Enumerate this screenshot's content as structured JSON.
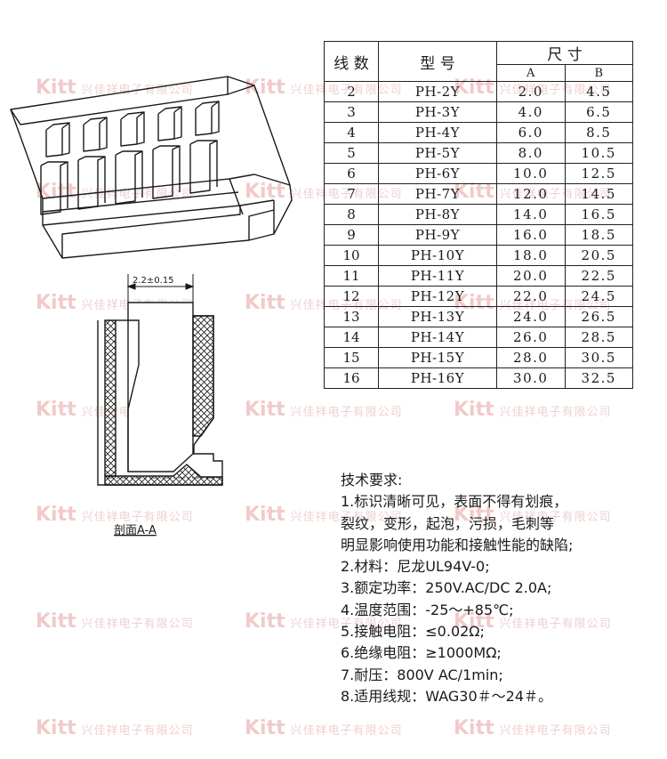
{
  "table": {
    "header_lines": "线 数",
    "header_model": "型  号",
    "header_dim": "尺  寸",
    "header_a": "A",
    "header_b": "B",
    "rows": [
      {
        "lines": "2",
        "model": "PH-2Y",
        "a": "2.0",
        "b": "4.5"
      },
      {
        "lines": "3",
        "model": "PH-3Y",
        "a": "4.0",
        "b": "6.5"
      },
      {
        "lines": "4",
        "model": "PH-4Y",
        "a": "6.0",
        "b": "8.5"
      },
      {
        "lines": "5",
        "model": "PH-5Y",
        "a": "8.0",
        "b": "10.5"
      },
      {
        "lines": "6",
        "model": "PH-6Y",
        "a": "10.0",
        "b": "12.5"
      },
      {
        "lines": "7",
        "model": "PH-7Y",
        "a": "12.0",
        "b": "14.5"
      },
      {
        "lines": "8",
        "model": "PH-8Y",
        "a": "14.0",
        "b": "16.5"
      },
      {
        "lines": "9",
        "model": "PH-9Y",
        "a": "16.0",
        "b": "18.5"
      },
      {
        "lines": "10",
        "model": "PH-10Y",
        "a": "18.0",
        "b": "20.5"
      },
      {
        "lines": "11",
        "model": "PH-11Y",
        "a": "20.0",
        "b": "22.5"
      },
      {
        "lines": "12",
        "model": "PH-12Y",
        "a": "22.0",
        "b": "24.5"
      },
      {
        "lines": "13",
        "model": "PH-13Y",
        "a": "24.0",
        "b": "26.5"
      },
      {
        "lines": "14",
        "model": "PH-14Y",
        "a": "26.0",
        "b": "28.5"
      },
      {
        "lines": "15",
        "model": "PH-15Y",
        "a": "28.0",
        "b": "30.5"
      },
      {
        "lines": "16",
        "model": "PH-16Y",
        "a": "30.0",
        "b": "32.5"
      }
    ]
  },
  "section": {
    "dimension_label": "2.2±0.15",
    "section_label": "剖面A-A"
  },
  "requirements": {
    "title": "技术要求:",
    "lines": [
      "1.标识清晰可见，表面不得有划痕，",
      "裂纹，变形，起泡，污损，毛刺等",
      "明显影响使用功能和接触性能的缺陷;",
      "2.材料：尼龙UL94V-0;",
      "3.额定功率：250V.AC/DC   2.0A;",
      "4.温度范围：-25～+85℃;",
      "5.接触电阻：≤0.02Ω;",
      "6.绝缘电阻：≥1000MΩ;",
      "7.耐压：800V AC/1min;",
      "8.适用线规：WAG30＃～24＃。"
    ]
  },
  "watermark": {
    "company": "兴佳祥电子有限公司",
    "logo": "Kitt"
  },
  "colors": {
    "line": "#1a1a1a",
    "watermark": "#e2b4b4"
  }
}
